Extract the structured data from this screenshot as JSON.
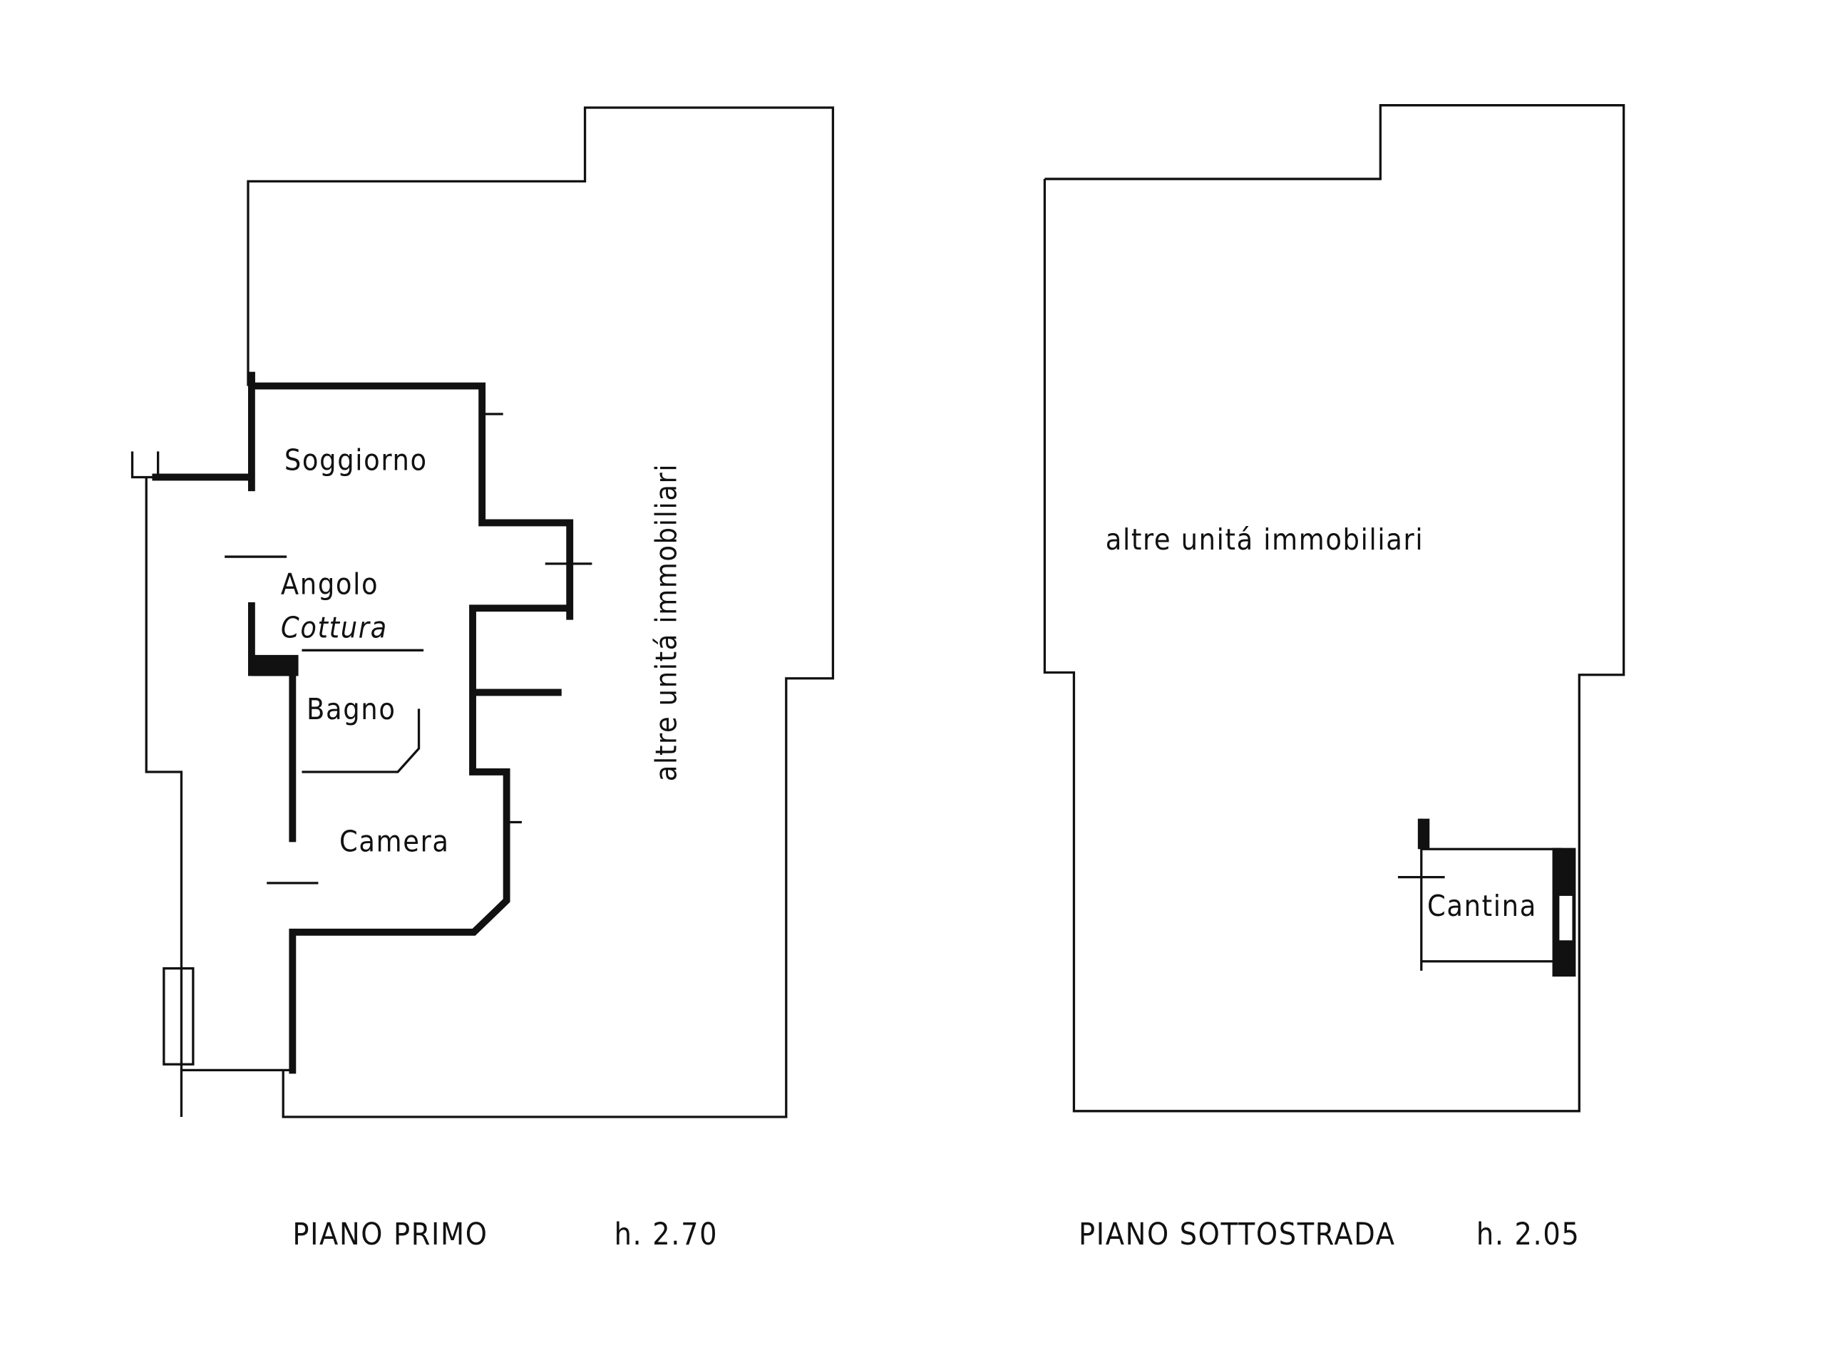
{
  "plans": [
    {
      "caption": "PIANO PRIMO",
      "height": "h. 2.70",
      "rooms": [
        "Soggiorno",
        "Angolo",
        "Cottura",
        "Bagno",
        "Camera"
      ],
      "other_units": "altre unitá immobiliari"
    },
    {
      "caption": "PIANO SOTTOSTRADA",
      "height": "h. 2.05",
      "rooms": [
        "Cantina"
      ],
      "other_units": "altre unitá immobiliari"
    }
  ]
}
